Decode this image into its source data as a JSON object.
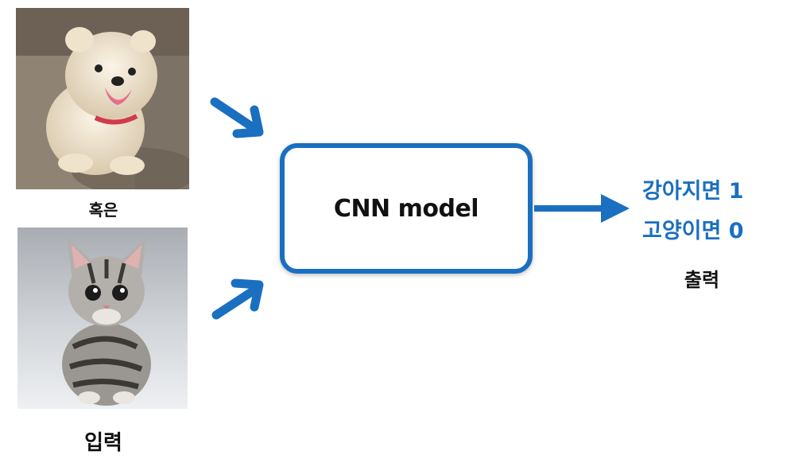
{
  "inputs": {
    "dog_image": {
      "icon": "puppy-photo"
    },
    "cat_image": {
      "icon": "kitten-photo"
    },
    "or_label": "혹은",
    "input_label": "입력"
  },
  "model": {
    "label": "CNN model"
  },
  "output": {
    "dog_line": "강아지면 1",
    "cat_line": "고양이면 0",
    "output_label": "출력"
  },
  "colors": {
    "accent": "#1a6fc0",
    "text": "#111111"
  }
}
